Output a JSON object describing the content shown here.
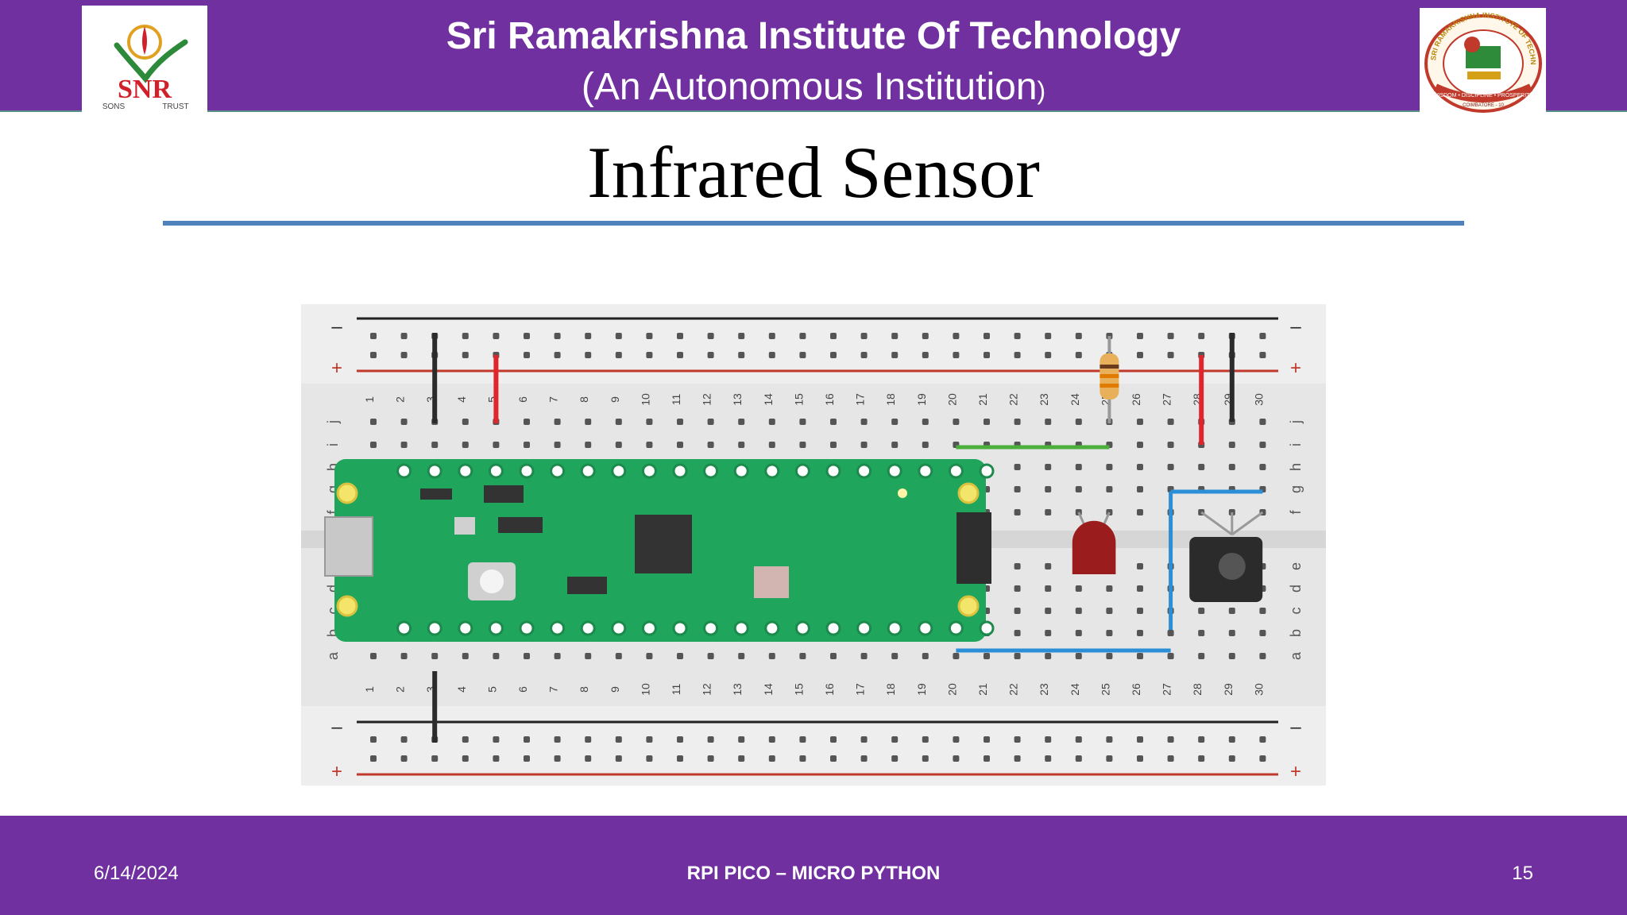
{
  "header": {
    "institution_name": "Sri Ramakrishna Institute Of Technology",
    "institution_subtitle": "(An Autonomous Institution",
    "institution_subtitle_tail": ")",
    "left_logo": {
      "icon": "snr-sons-trust-logo",
      "text": "SNR",
      "small_left": "SONS",
      "small_right": "TRUST"
    },
    "right_logo": {
      "icon": "srit-emblem-logo",
      "arc_text": "SRI RAMAKRISHNA INSTITUTE OF TECHNOLOGY",
      "motto": "WISDOM • DISCIPLINE • PROSPERITY",
      "city": "COIMBATORE - 10"
    },
    "background_color": "#7030a0"
  },
  "slide": {
    "title": "Infrared Sensor",
    "rule_color": "#4f81bd"
  },
  "breadboard": {
    "columns": [
      "1",
      "2",
      "3",
      "4",
      "5",
      "6",
      "7",
      "8",
      "9",
      "10",
      "11",
      "12",
      "13",
      "14",
      "15",
      "16",
      "17",
      "18",
      "19",
      "20",
      "21",
      "22",
      "23",
      "24",
      "25",
      "26",
      "27",
      "28",
      "29",
      "30"
    ],
    "rows_top": [
      "j",
      "i",
      "h",
      "g",
      "f"
    ],
    "rows_bottom": [
      "e",
      "d",
      "c",
      "b",
      "a"
    ],
    "rail_minus": "–",
    "rail_plus": "+",
    "wire_colors": {
      "black": "#2b2b2b",
      "red": "#e0262b",
      "green": "#4caf3c",
      "blue": "#2a8fd6"
    },
    "board_color": "#1fa55c",
    "led_color": "#9b1c1c",
    "components": [
      "raspberry-pi-pico",
      "resistor",
      "red-led",
      "ir-receiver"
    ]
  },
  "footer": {
    "date": "6/14/2024",
    "course": "RPI PICO – MICRO PYTHON",
    "page_number": "15"
  }
}
